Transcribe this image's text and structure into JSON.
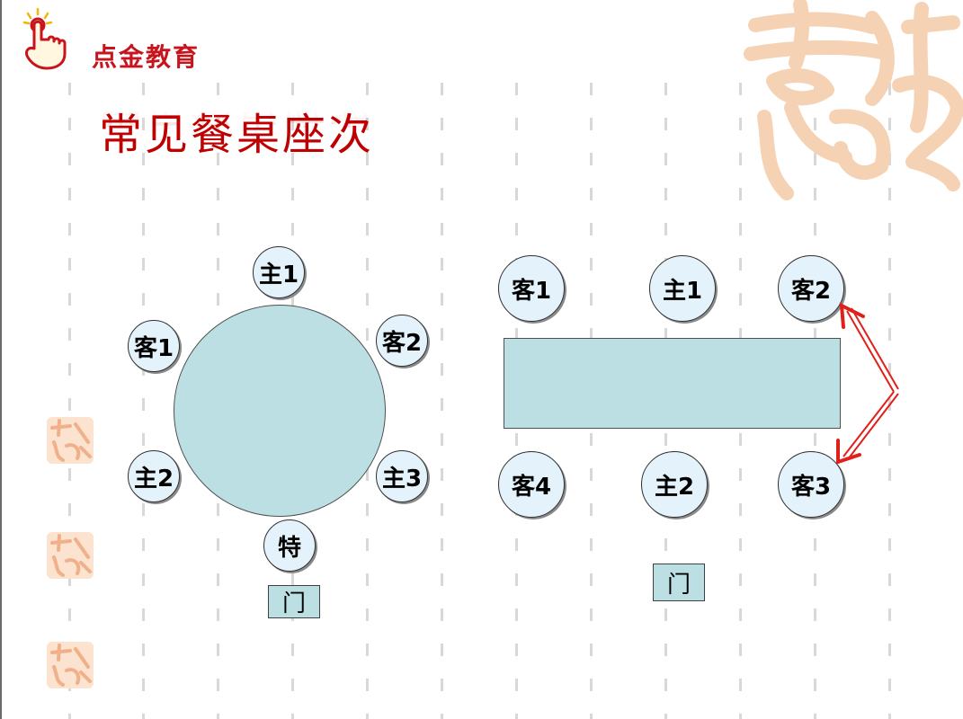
{
  "logo": {
    "text": "点金教育"
  },
  "slide": {
    "title": "常见餐桌座次"
  },
  "round_table": {
    "seats": {
      "top": "主1",
      "upper_left": "客1",
      "upper_right": "客2",
      "lower_left": "主2",
      "lower_right": "主3",
      "bottom": "特"
    },
    "door": "门"
  },
  "rect_table": {
    "seats": {
      "top_left": "客1",
      "top_center": "主1",
      "top_right": "客2",
      "bottom_left": "客4",
      "bottom_center": "主2",
      "bottom_right": "客3"
    },
    "door": "门"
  },
  "colors": {
    "title": "#c00000",
    "table_fill": "#bcdfe3",
    "seat_fill": "#e4f3fb",
    "arrow": "#e0201a",
    "decor": "#f6d2b4"
  },
  "icons": [
    "pointing-hand-logo-icon",
    "auspicious-calligraphy-decor",
    "calligraphy-stamp-icon",
    "swap-arrow-icon"
  ]
}
